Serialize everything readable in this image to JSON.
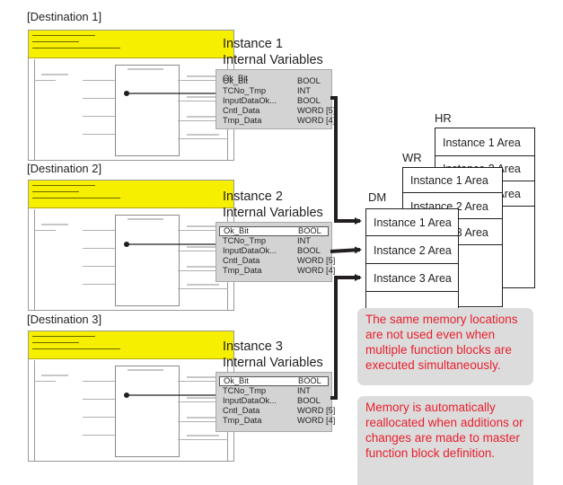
{
  "destinations": [
    {
      "label": "[Destination 1]",
      "instance_title_1": "Instance 1",
      "instance_title_2": "Internal Variables"
    },
    {
      "label": "[Destination 2]",
      "instance_title_1": "Instance 2",
      "instance_title_2": "Internal Variables"
    },
    {
      "label": "[Destination 3]",
      "instance_title_1": "Instance 3",
      "instance_title_2": "Internal Variables"
    }
  ],
  "variables": [
    {
      "name": "Ok_Bit",
      "type": "BOOL"
    },
    {
      "name": "TCNo_Tmp",
      "type": "INT"
    },
    {
      "name": "InputDataOk...",
      "type": "BOOL"
    },
    {
      "name": "Cntl_Data",
      "type": "WORD [5]"
    },
    {
      "name": "Tmp_Data",
      "type": "WORD [4]"
    }
  ],
  "memory": {
    "hr": {
      "label": "HR",
      "areas": [
        "Instance 1 Area",
        "Instance 2 Area",
        "Instance 3 Area"
      ]
    },
    "wr": {
      "label": "WR",
      "areas": [
        "Instance 1 Area",
        "Instance 2 Area",
        "Instance 3 Area"
      ]
    },
    "dm": {
      "label": "DM",
      "areas": [
        "Instance 1 Area",
        "Instance 2 Area",
        "Instance 3 Area"
      ]
    }
  },
  "notes": {
    "note1": "The same memory locations are not used even when multiple function blocks are executed simultaneously.",
    "note2": "Memory is automatically reallocated when additions or changes are made to master function block definition."
  },
  "colors": {
    "header_yellow": "#f7ef00",
    "note_text": "#e8202e",
    "note_bg": "#dcdcdc",
    "table_bg": "#d3d3d3"
  }
}
